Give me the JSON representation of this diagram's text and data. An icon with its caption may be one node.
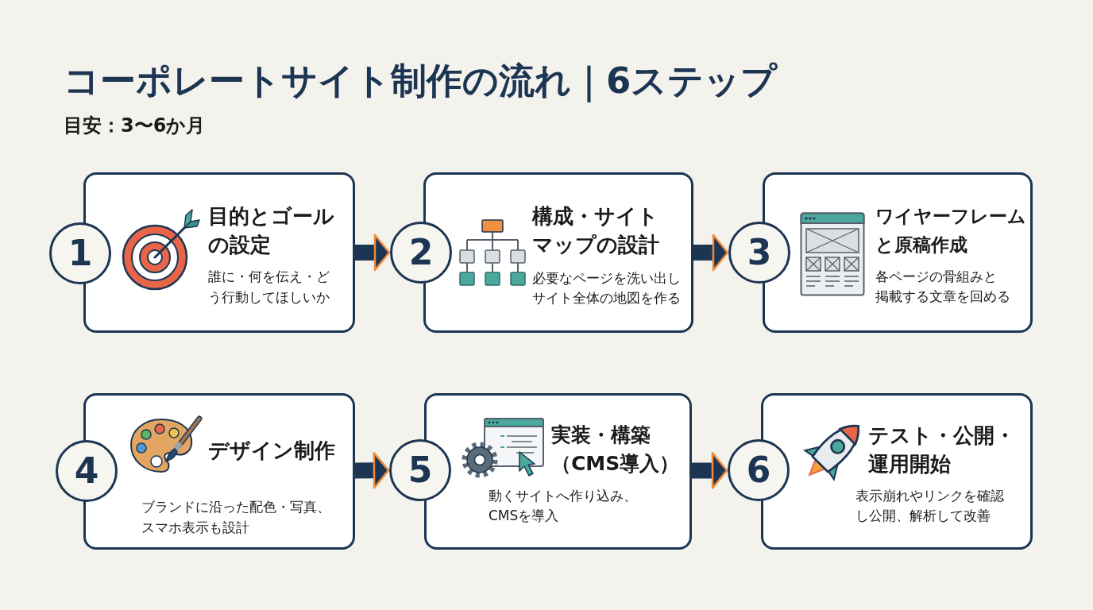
{
  "diagram": {
    "title": "コーポレートサイト制作の流れ｜6ステップ",
    "nodes": [
      {
        "text": [
          "1"
        ]
      },
      {
        "text": [
          "目的とゴールの設定",
          "誰に・何を伝え・どう行動してほしいか"
        ]
      },
      {
        "text": [
          "2"
        ]
      },
      {
        "text": [
          "構成・サイトマップの設計",
          "必要なページを洗い出しサイト全体の地図を作る"
        ]
      },
      {
        "text": [
          "3"
        ]
      },
      {
        "text": [
          "ワイヤーフレームと原稿作成",
          "各ページの骨組みと掲載する文章を回める"
        ]
      },
      {
        "text": [
          "4"
        ]
      },
      {
        "text": [
          "デザイン制作",
          "ブランドに沿った配色・写真、スマホ表示も設計"
        ]
      },
      {
        "text": [
          "5"
        ]
      },
      {
        "text": [
          "実装・構築（CMS導入）",
          "動くサイトへ作り込み、CMSを導入"
        ]
      },
      {
        "text": [
          "6"
        ]
      },
      {
        "text": [
          "テスト・公開・運用開始",
          "表示崩れやリンクを確認し公開、解析して改善"
        ]
      }
    ],
    "edges": [
      {
        "from": 1,
        "to": 2,
        "arrow": "to"
      },
      {
        "from": 3,
        "to": 4,
        "arrow": "to"
      },
      {
        "from": 7,
        "to": 8,
        "arrow": "to"
      },
      {
        "from": 9,
        "to": 10,
        "arrow": "to"
      }
    ],
    "labels": [
      "目安：3〜6か月"
    ]
  }
}
